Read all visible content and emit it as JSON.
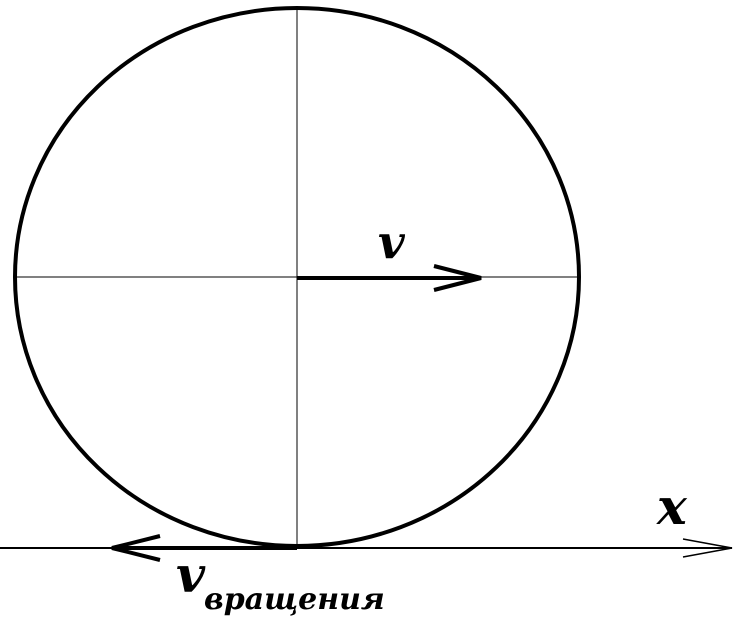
{
  "diagram": {
    "labels": {
      "velocity_center": "v",
      "axis": "x",
      "velocity_rotation_main": "v",
      "velocity_rotation_sub": "вращения"
    },
    "colors": {
      "stroke": "#000000",
      "background": "#ffffff"
    }
  }
}
